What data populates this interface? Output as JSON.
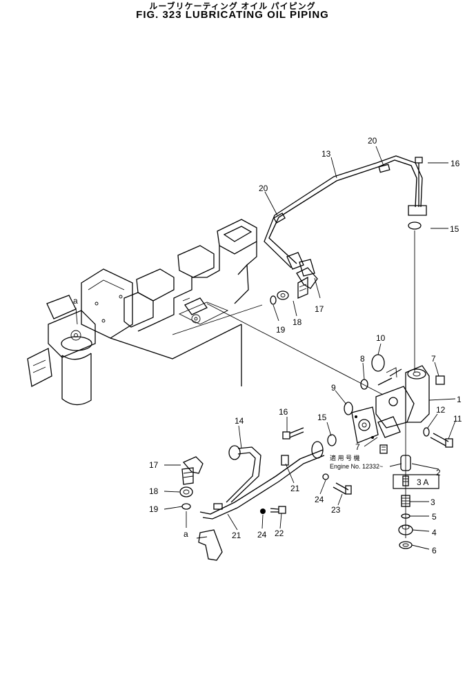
{
  "title_jp": "ルーブリケーティング オイル パイピング",
  "title_en": "FIG. 323   LUBRICATING  OIL  PIPING",
  "callouts": {
    "c1": "1",
    "c2": "2",
    "c3": "3",
    "c3a": "3 A",
    "c4": "4",
    "c5": "5",
    "c6": "6",
    "c7a": "7",
    "c7b": "7",
    "c8": "8",
    "c9": "9",
    "c10": "10",
    "c11": "11",
    "c12": "12",
    "c13": "13",
    "c14": "14",
    "c15a": "15",
    "c15b": "15",
    "c16a": "16",
    "c16b": "16",
    "c17a": "17",
    "c17b": "17",
    "c18a": "18",
    "c18b": "18",
    "c19a": "19",
    "c19b": "19",
    "c20a": "20",
    "c20b": "20",
    "c21a": "21",
    "c21b": "21",
    "c22": "22",
    "c23": "23",
    "c24a": "24",
    "c24b": "24",
    "ca1": "a",
    "ca2": "a"
  },
  "serial_note_jp": "適 用 号 機",
  "serial_note_en": "Engine  No. 12332~"
}
